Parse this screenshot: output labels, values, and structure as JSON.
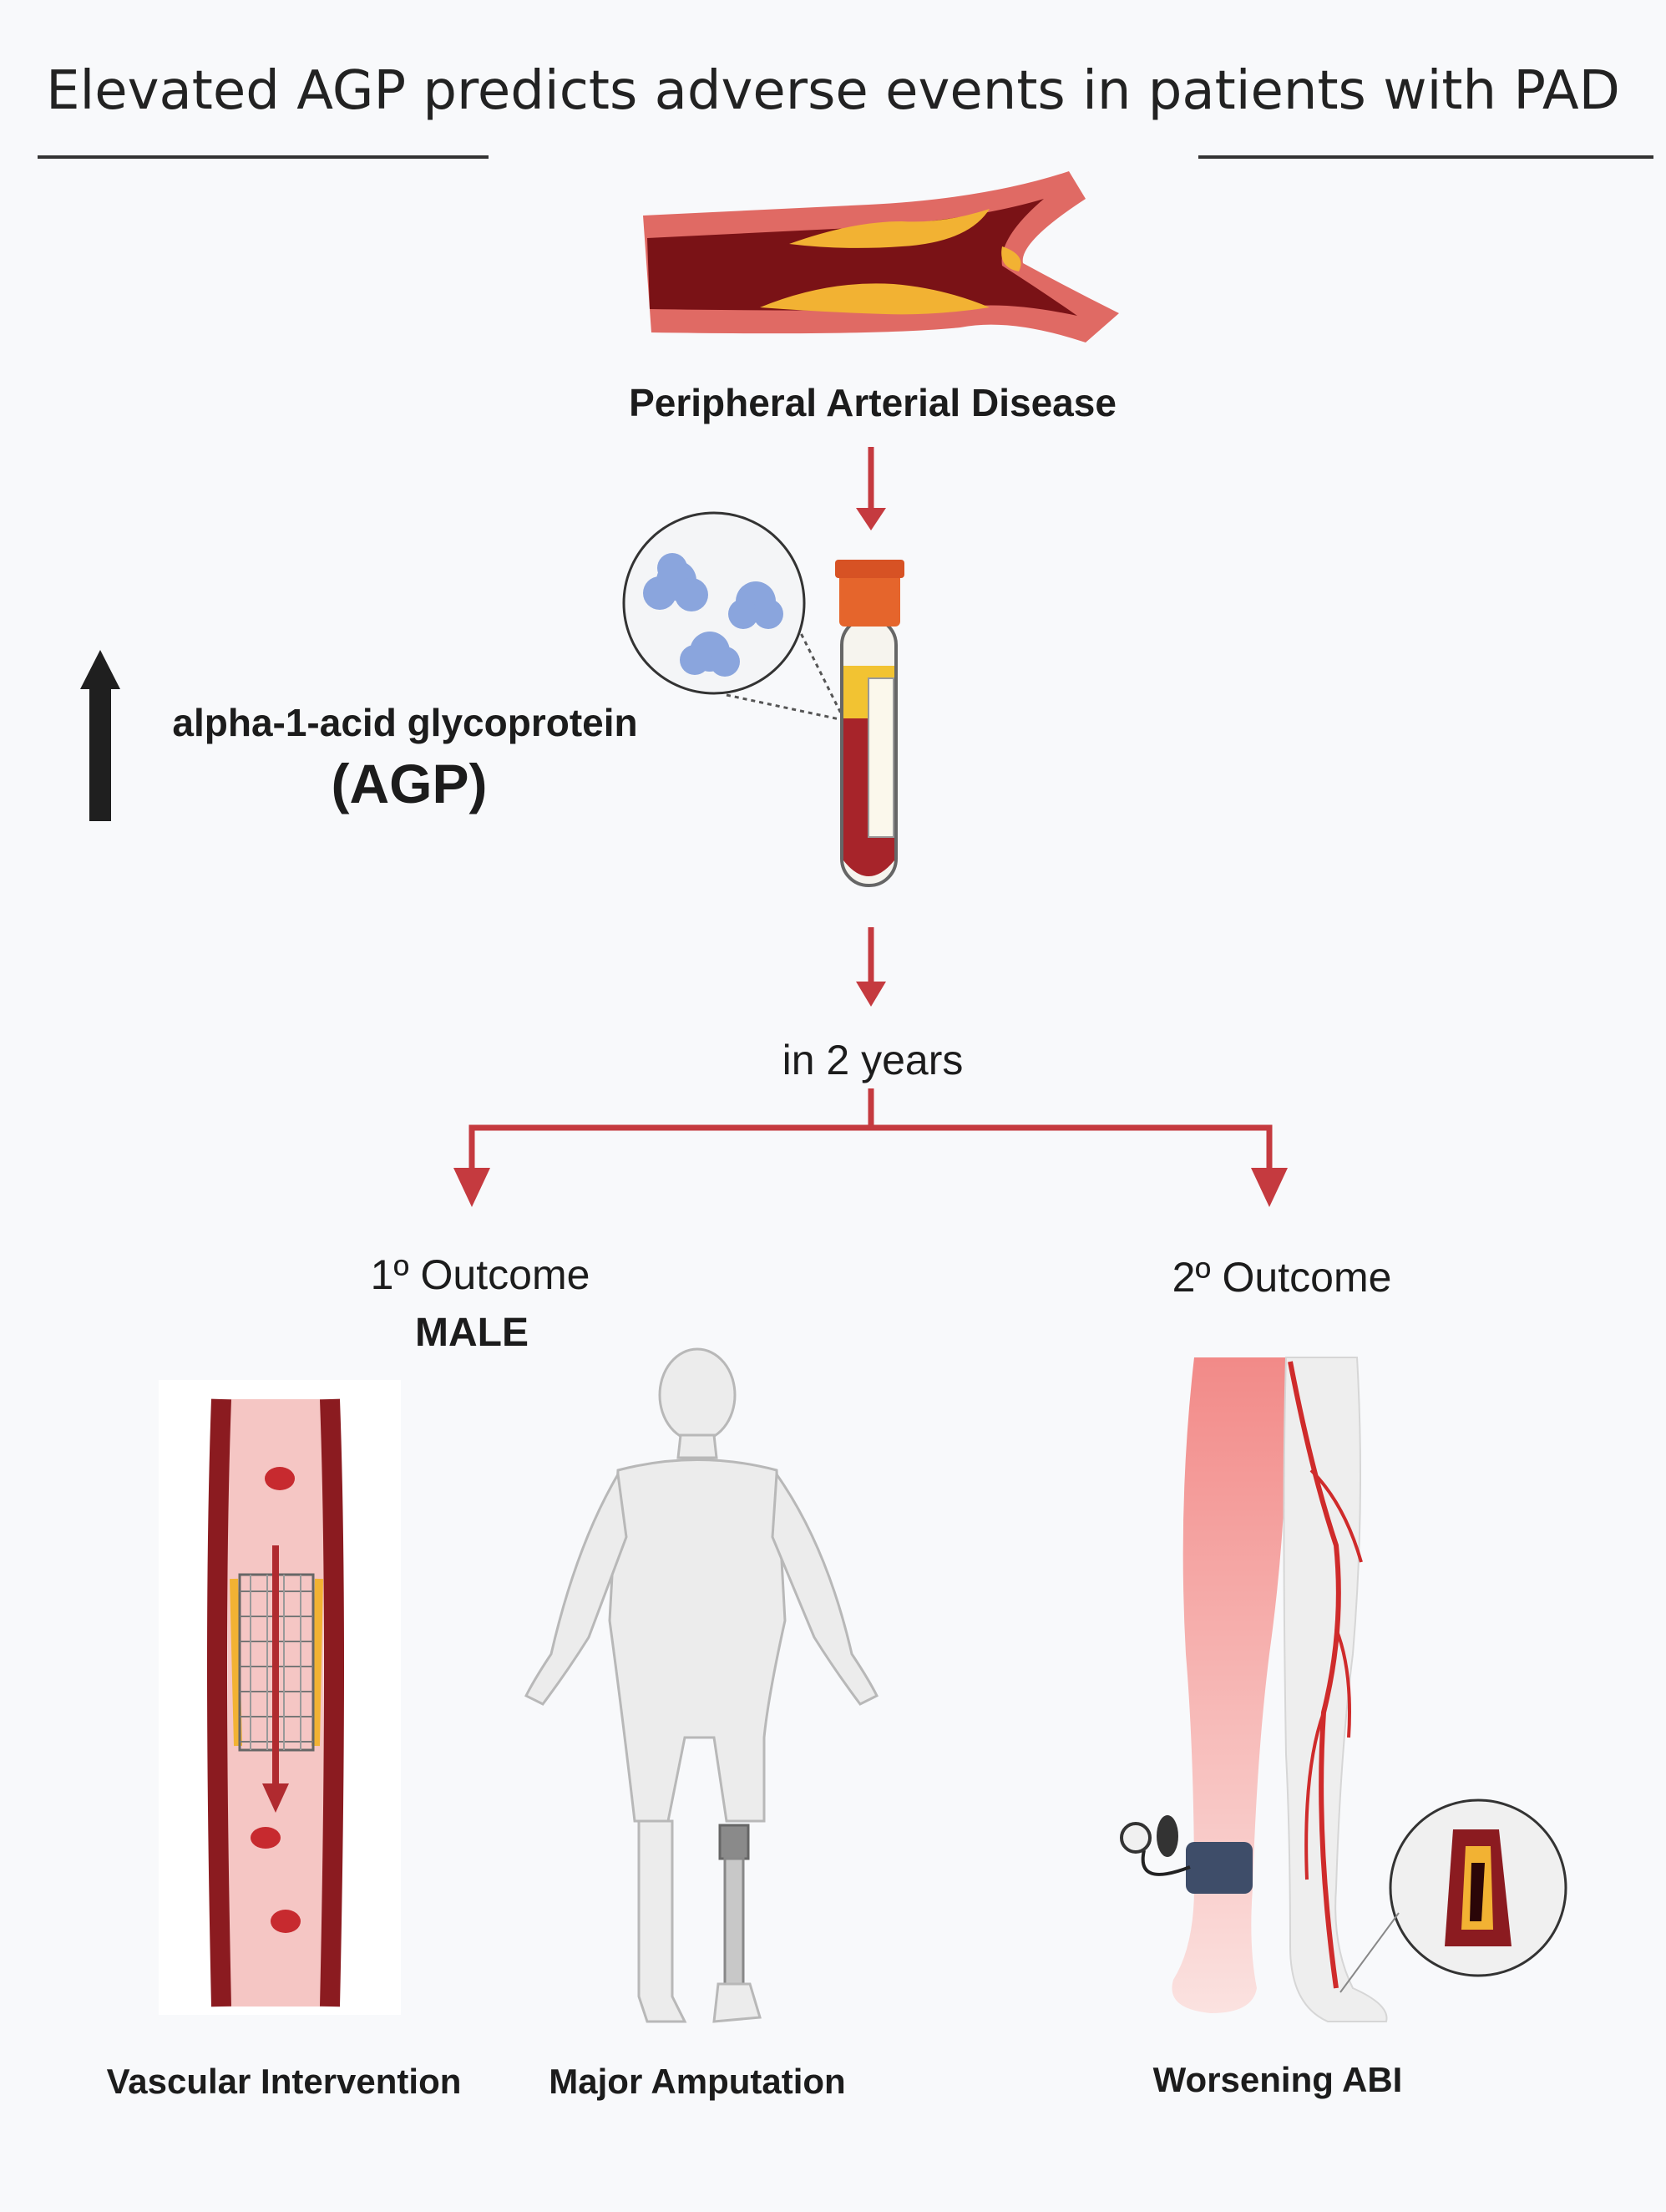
{
  "title": "Elevated AGP predicts adverse events in patients with PAD",
  "disease_label": "Peripheral Arterial Disease",
  "biomarker": {
    "name": "alpha-1-acid glycoprotein",
    "abbrev": "(AGP)"
  },
  "timeframe": "in 2 years",
  "primary_outcome": {
    "label": "1º Outcome",
    "name": "MALE"
  },
  "secondary_outcome": {
    "label": "2º Outcome"
  },
  "events": {
    "vascular": "Vascular Intervention",
    "amputation": "Major Amputation",
    "abi": "Worsening ABI"
  },
  "colors": {
    "arrow": "#c53a3f",
    "artery_wall": "#e06a64",
    "artery_lumen": "#7a1216",
    "plaque": "#f2b233",
    "tube_cap": "#e5652c",
    "blood": "#a7242a",
    "protein": "#8aa5dd",
    "leg_red": "#ee8c8a",
    "cuff": "#3e4d69"
  }
}
